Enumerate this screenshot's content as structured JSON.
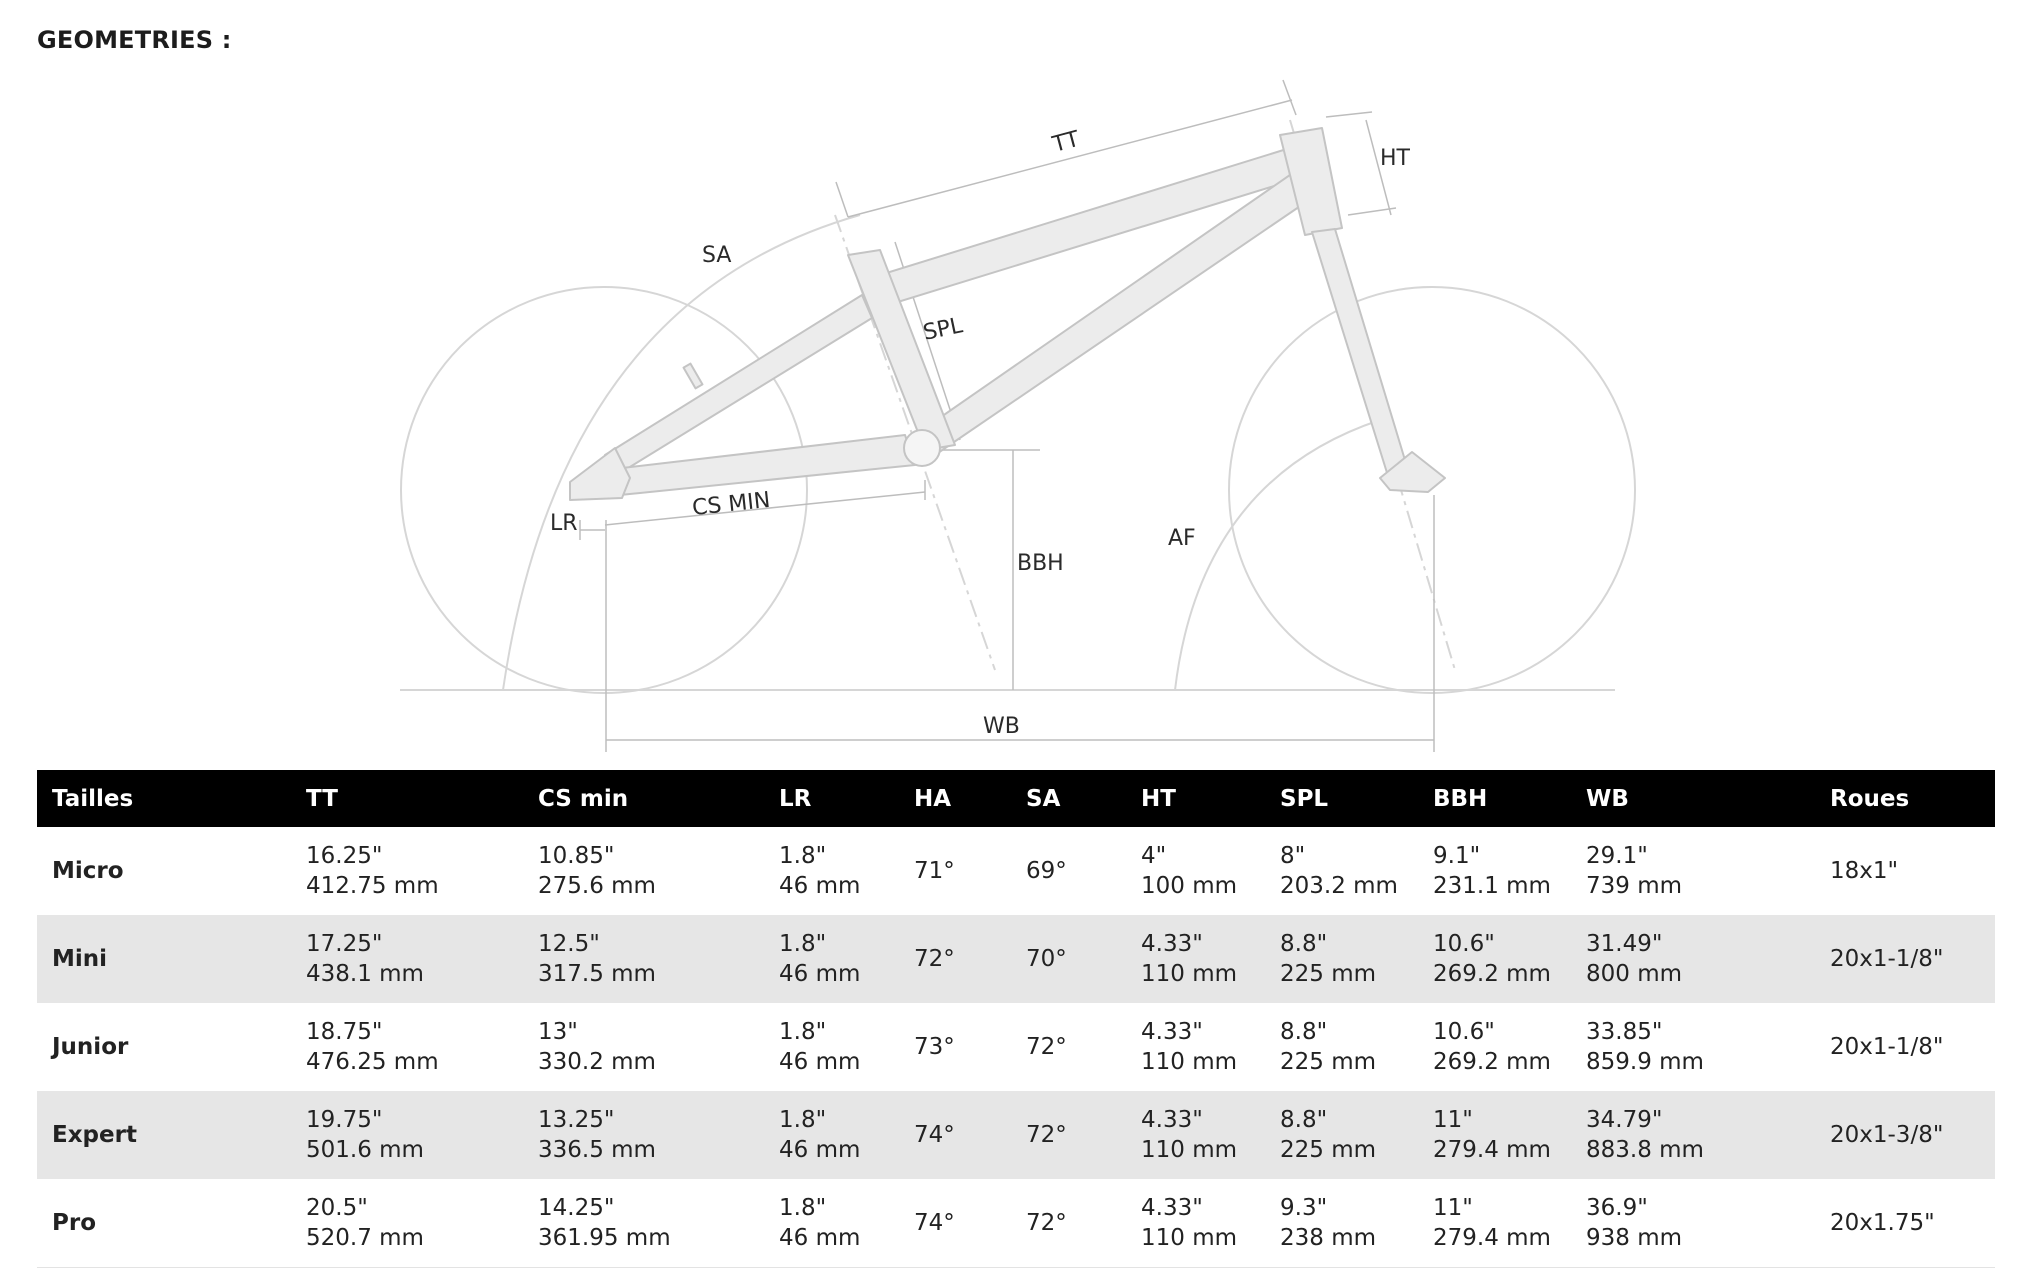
{
  "page": {
    "title": "GEOMETRIES :"
  },
  "diagram": {
    "labels": {
      "tt": "TT",
      "ht": "HT",
      "sa": "SA",
      "spl": "SPL",
      "cs_min": "CS MIN",
      "lr": "LR",
      "bbh": "BBH",
      "af": "AF",
      "wb": "WB"
    },
    "colors": {
      "frame_fill": "#ececec",
      "frame_stroke": "#c9c9c9",
      "guide_line": "#cfcfcf",
      "label_text": "#2a2a2a"
    }
  },
  "table": {
    "headers": [
      "Tailles",
      "TT",
      "CS min",
      "LR",
      "HA",
      "SA",
      "HT",
      "SPL",
      "BBH",
      "WB",
      "Roues"
    ],
    "rows": [
      {
        "size": "Micro",
        "tt_in": "16.25\"",
        "tt_mm": "412.75 mm",
        "cs_in": "10.85\"",
        "cs_mm": "275.6 mm",
        "lr_in": "1.8\"",
        "lr_mm": "46 mm",
        "ha": "71°",
        "sa": "69°",
        "ht_in": "4\"",
        "ht_mm": "100 mm",
        "spl_in": "8\"",
        "spl_mm": "203.2 mm",
        "bbh_in": "9.1\"",
        "bbh_mm": "231.1 mm",
        "wb_in": "29.1\"",
        "wb_mm": "739 mm",
        "wheels": "18x1\""
      },
      {
        "size": "Mini",
        "tt_in": "17.25\"",
        "tt_mm": "438.1 mm",
        "cs_in": "12.5\"",
        "cs_mm": "317.5 mm",
        "lr_in": "1.8\"",
        "lr_mm": "46 mm",
        "ha": "72°",
        "sa": "70°",
        "ht_in": "4.33\"",
        "ht_mm": "110 mm",
        "spl_in": "8.8\"",
        "spl_mm": "225 mm",
        "bbh_in": "10.6\"",
        "bbh_mm": "269.2 mm",
        "wb_in": "31.49\"",
        "wb_mm": "800 mm",
        "wheels": "20x1-1/8\""
      },
      {
        "size": "Junior",
        "tt_in": "18.75\"",
        "tt_mm": "476.25 mm",
        "cs_in": "13\"",
        "cs_mm": "330.2 mm",
        "lr_in": "1.8\"",
        "lr_mm": "46 mm",
        "ha": "73°",
        "sa": "72°",
        "ht_in": "4.33\"",
        "ht_mm": "110 mm",
        "spl_in": "8.8\"",
        "spl_mm": "225 mm",
        "bbh_in": "10.6\"",
        "bbh_mm": "269.2 mm",
        "wb_in": "33.85\"",
        "wb_mm": "859.9 mm",
        "wheels": "20x1-1/8\""
      },
      {
        "size": "Expert",
        "tt_in": "19.75\"",
        "tt_mm": "501.6 mm",
        "cs_in": "13.25\"",
        "cs_mm": "336.5 mm",
        "lr_in": "1.8\"",
        "lr_mm": "46 mm",
        "ha": "74°",
        "sa": "72°",
        "ht_in": "4.33\"",
        "ht_mm": "110 mm",
        "spl_in": "8.8\"",
        "spl_mm": "225 mm",
        "bbh_in": "11\"",
        "bbh_mm": "279.4 mm",
        "wb_in": "34.79\"",
        "wb_mm": "883.8 mm",
        "wheels": "20x1-3/8\""
      },
      {
        "size": "Pro",
        "tt_in": "20.5\"",
        "tt_mm": "520.7 mm",
        "cs_in": "14.25\"",
        "cs_mm": "361.95 mm",
        "lr_in": "1.8\"",
        "lr_mm": "46 mm",
        "ha": "74°",
        "sa": "72°",
        "ht_in": "4.33\"",
        "ht_mm": "110 mm",
        "spl_in": "9.3\"",
        "spl_mm": "238 mm",
        "bbh_in": "11\"",
        "bbh_mm": "279.4 mm",
        "wb_in": "36.9\"",
        "wb_mm": "938 mm",
        "wheels": "20x1.75\""
      }
    ]
  }
}
